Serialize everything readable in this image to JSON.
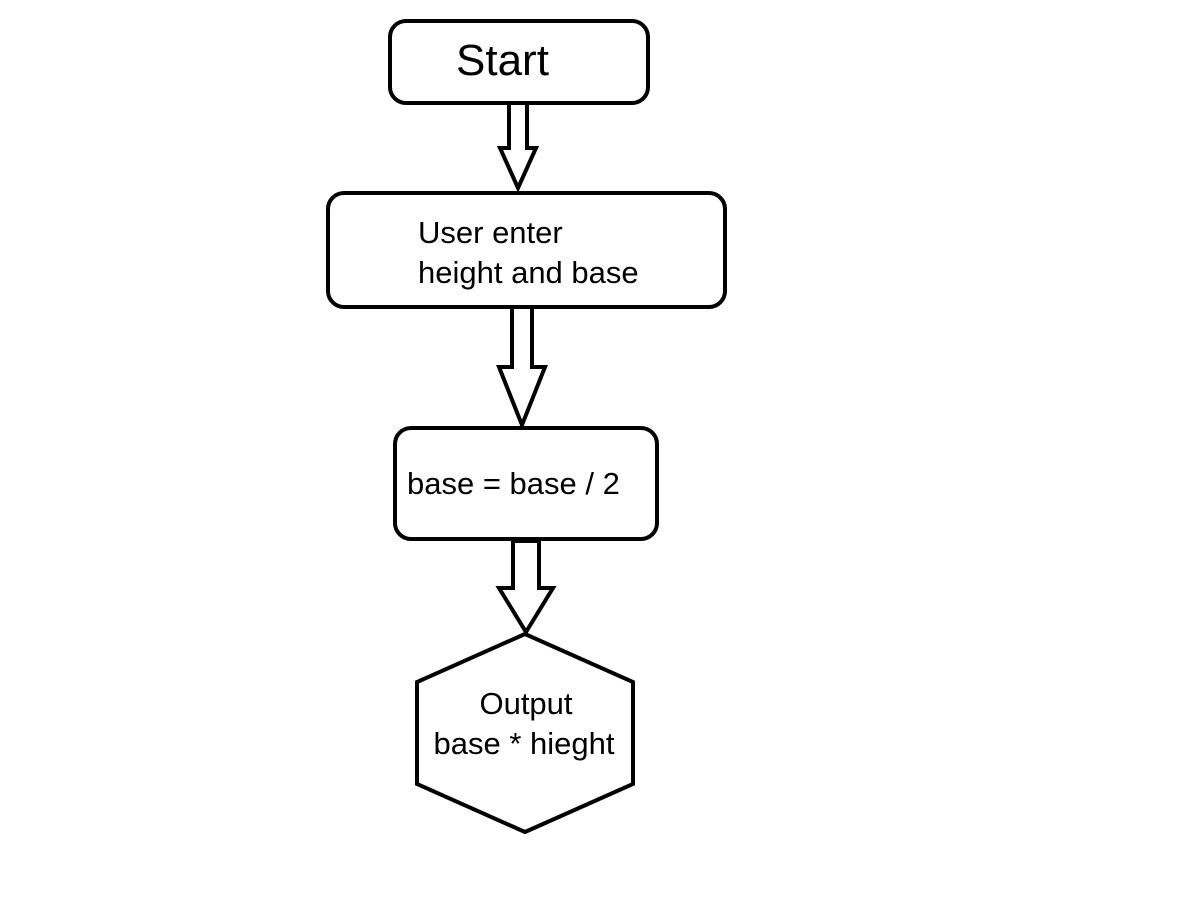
{
  "diagram": {
    "type": "flowchart",
    "nodes": {
      "start": {
        "shape": "rounded-rectangle",
        "label": "Start"
      },
      "input": {
        "shape": "rounded-rectangle",
        "line1": "User enter",
        "line2": "height and base"
      },
      "process": {
        "shape": "rounded-rectangle",
        "label": "base = base / 2"
      },
      "output": {
        "shape": "hexagon",
        "line1": "Output",
        "line2": "base * hieght"
      }
    },
    "edges": [
      {
        "from": "start",
        "to": "input",
        "style": "hollow-block-arrow"
      },
      {
        "from": "input",
        "to": "process",
        "style": "hollow-block-arrow"
      },
      {
        "from": "process",
        "to": "output",
        "style": "hollow-block-arrow"
      }
    ],
    "colors": {
      "stroke": "#000000",
      "fill": "#ffffff",
      "text": "#000000"
    }
  }
}
